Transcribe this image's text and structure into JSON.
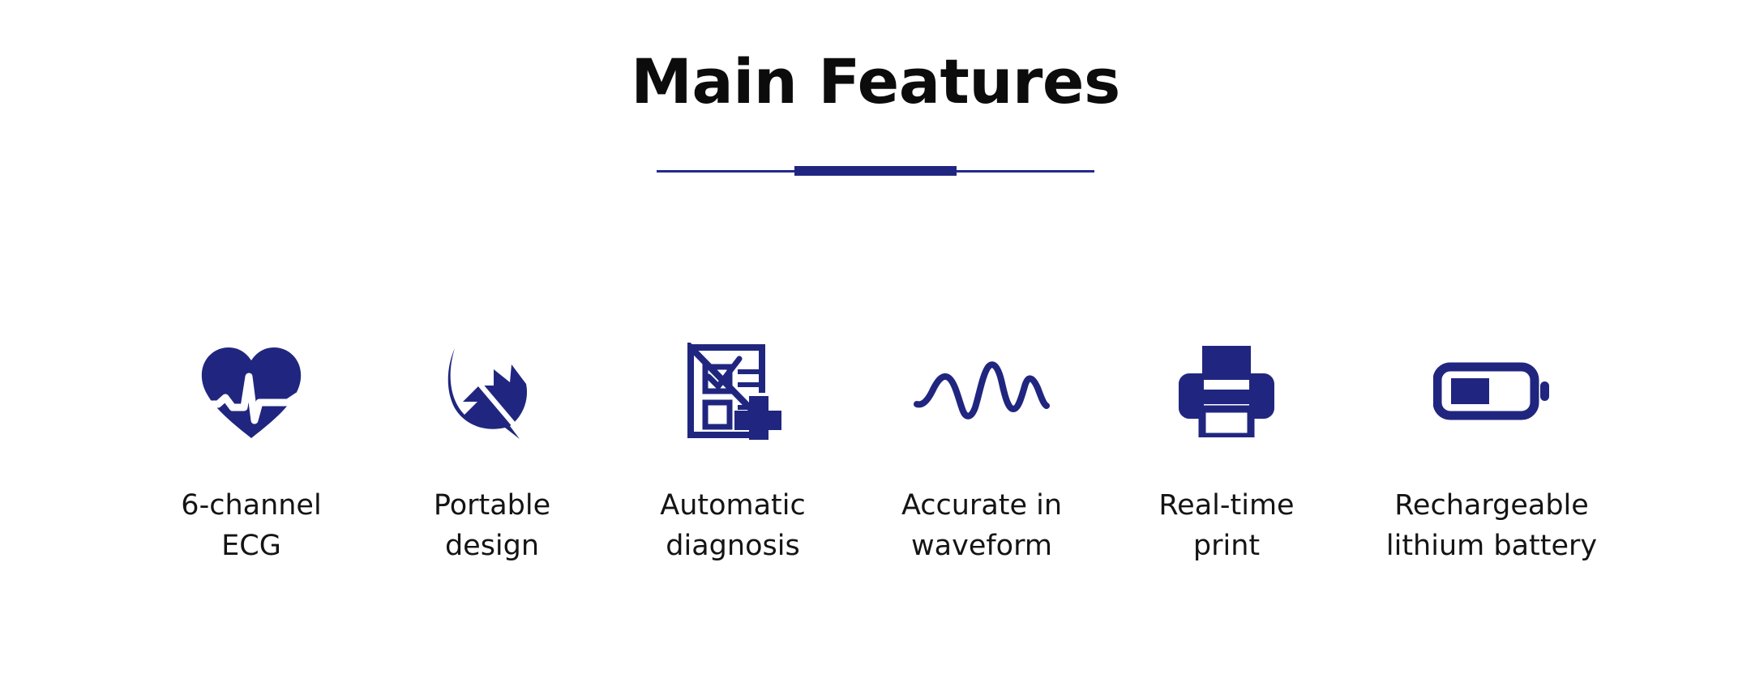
{
  "accent_color": "#20267f",
  "background_color": "#ffffff",
  "text_color": "#141414",
  "header": {
    "title": "Main Features",
    "divider": {
      "line_color": "#232a8c",
      "center_color": "#20267f"
    }
  },
  "features": [
    {
      "icon": "heart-pulse-icon",
      "label": "6-channel\nECG"
    },
    {
      "icon": "feather-icon",
      "label": "Portable\ndesign"
    },
    {
      "icon": "clipboard-checklist-medical-icon",
      "label": "Automatic\ndiagnosis"
    },
    {
      "icon": "waveform-icon",
      "label": "Accurate in\nwaveform"
    },
    {
      "icon": "printer-icon",
      "label": "Real-time\nprint"
    },
    {
      "icon": "battery-icon",
      "label": "Rechargeable\nlithium battery"
    }
  ]
}
